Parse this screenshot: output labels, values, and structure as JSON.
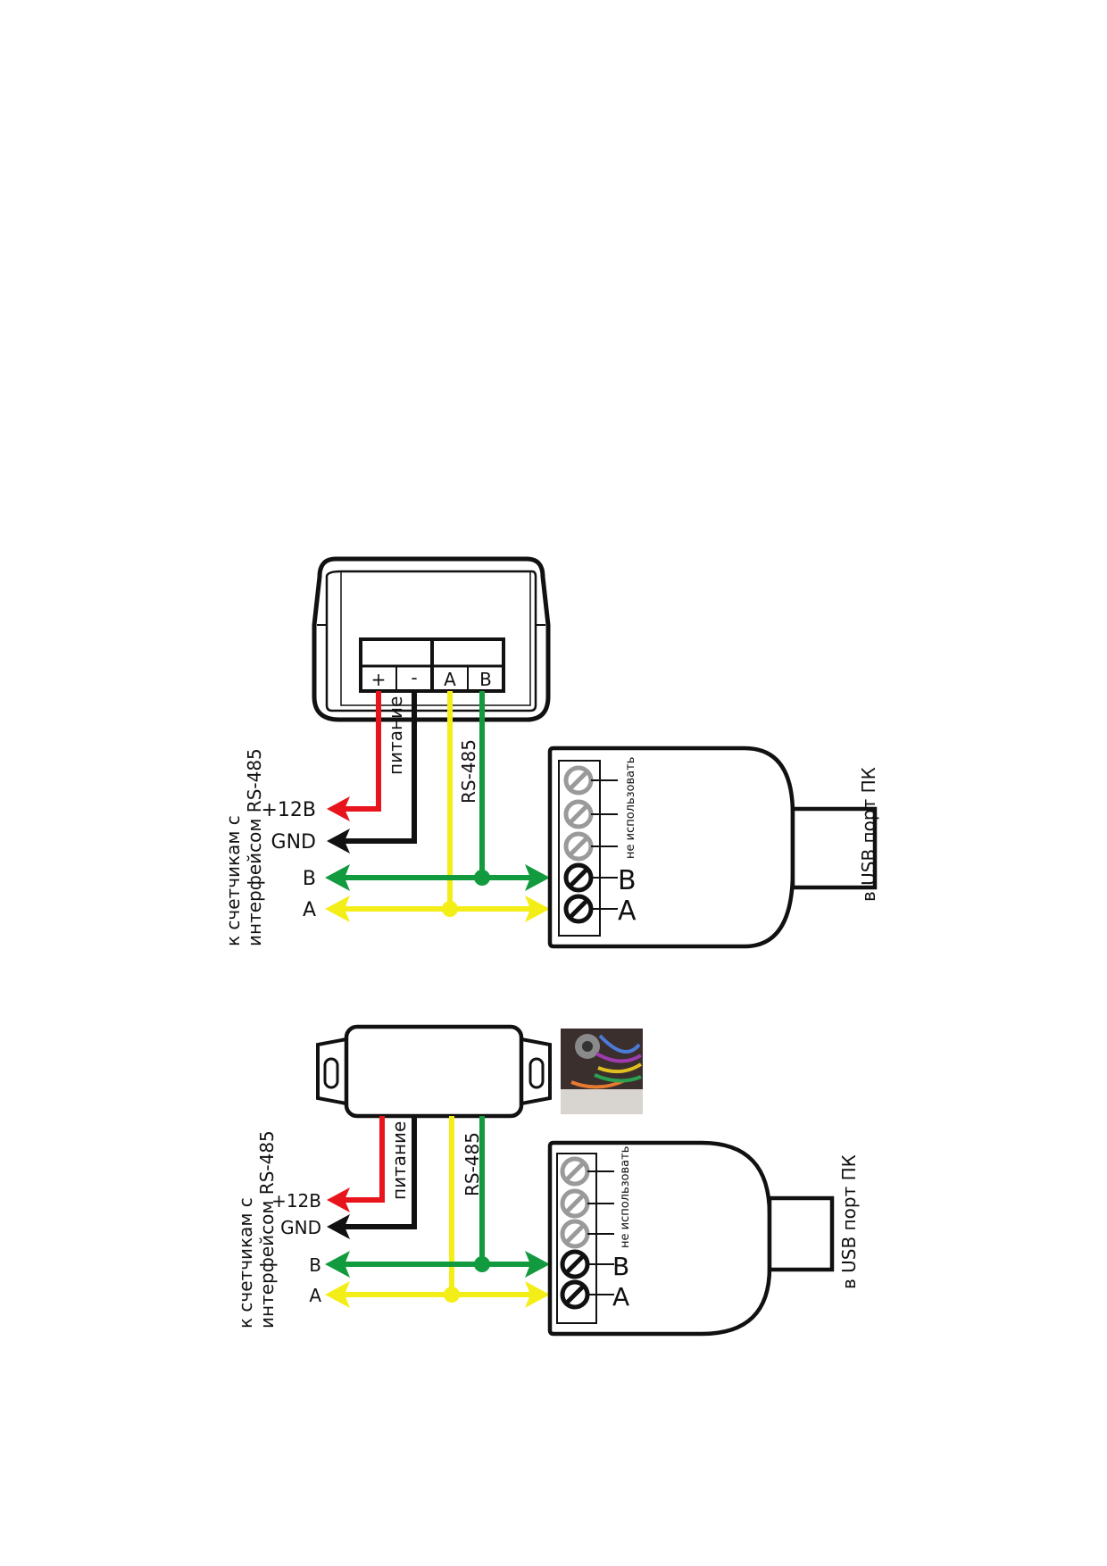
{
  "colors": {
    "power_plus": "#e8141b",
    "power_minus": "#111111",
    "line_b": "#129a3e",
    "line_a": "#f4ee18",
    "outline": "#111111",
    "screw_active": "#111111",
    "screw_unused": "#9a9a9a"
  },
  "diagram1": {
    "terminals": {
      "plus": "+",
      "minus": "-",
      "a": "A",
      "b": "B"
    },
    "power_label": "питание",
    "bus_label": "RS-485",
    "meters_label_line1": "к счетчикам с",
    "meters_label_line2": "интерфейсом RS-485",
    "out_plus": "+12В",
    "out_gnd": "GND",
    "out_b": "B",
    "out_a": "A",
    "unused_label": "не использовать",
    "adapter_b": "B",
    "adapter_a": "A",
    "usb_label": "в USB порт ПК"
  },
  "diagram2": {
    "power_label": "питание",
    "bus_label": "RS-485",
    "meters_label_line1": "к счетчикам с",
    "meters_label_line2": "интерфейсом RS-485",
    "out_plus": "+12В",
    "out_gnd": "GND",
    "out_b": "B",
    "out_a": "A",
    "unused_label": "не использовать",
    "adapter_b": "B",
    "adapter_a": "A",
    "usb_label": "в USB порт ПК",
    "photo_icon": "device-photo-thumbnail"
  }
}
